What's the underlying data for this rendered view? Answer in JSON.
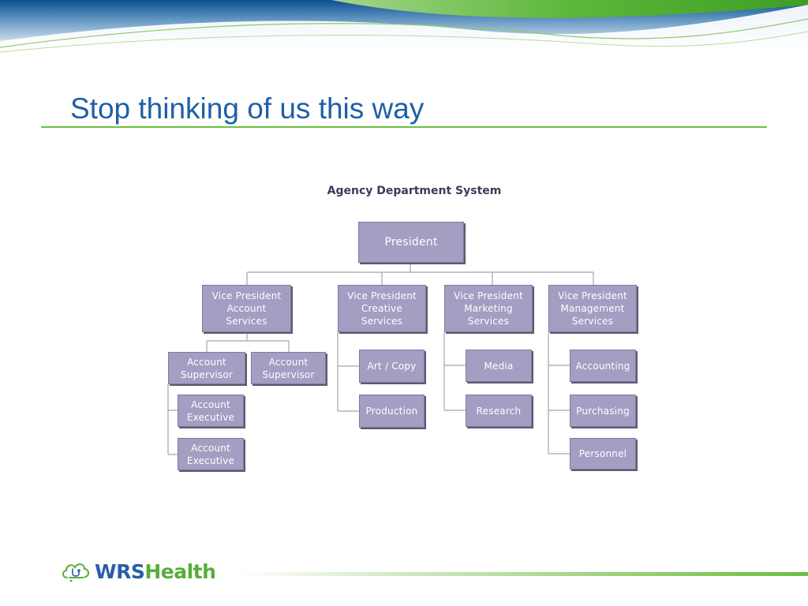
{
  "slide": {
    "title": "Stop thinking of us this way"
  },
  "diagram": {
    "title": "Agency Department System",
    "nodes": {
      "president": "President",
      "vp_account": "Vice President\nAccount\nServices",
      "vp_creative": "Vice President\nCreative\nServices",
      "vp_marketing": "Vice President\nMarketing\nServices",
      "vp_management": "Vice President\nManagement\nServices",
      "account_supervisor_1": "Account\nSupervisor",
      "account_supervisor_2": "Account\nSupervisor",
      "account_executive_1": "Account\nExecutive",
      "account_executive_2": "Account\nExecutive",
      "art_copy": "Art / Copy",
      "production": "Production",
      "media": "Media",
      "research": "Research",
      "accounting": "Accounting",
      "purchasing": "Purchasing",
      "personnel": "Personnel"
    },
    "edges": [
      [
        "president",
        "vp_account"
      ],
      [
        "president",
        "vp_creative"
      ],
      [
        "president",
        "vp_marketing"
      ],
      [
        "president",
        "vp_management"
      ],
      [
        "vp_account",
        "account_supervisor_1"
      ],
      [
        "vp_account",
        "account_supervisor_2"
      ],
      [
        "account_supervisor_1",
        "account_executive_1"
      ],
      [
        "account_supervisor_1",
        "account_executive_2"
      ],
      [
        "vp_creative",
        "art_copy"
      ],
      [
        "vp_creative",
        "production"
      ],
      [
        "vp_marketing",
        "media"
      ],
      [
        "vp_marketing",
        "research"
      ],
      [
        "vp_management",
        "accounting"
      ],
      [
        "vp_management",
        "purchasing"
      ],
      [
        "vp_management",
        "personnel"
      ]
    ]
  },
  "footer": {
    "logo_icon": "cloud-stethoscope-icon",
    "brand_part1": "WRS",
    "brand_part2": "Health"
  },
  "colors": {
    "title_blue": "#1f5fa8",
    "accent_green": "#6cbf3f",
    "node_fill": "#a39ec2",
    "node_border": "#7f7aa2",
    "connector": "#a5a5ab"
  }
}
